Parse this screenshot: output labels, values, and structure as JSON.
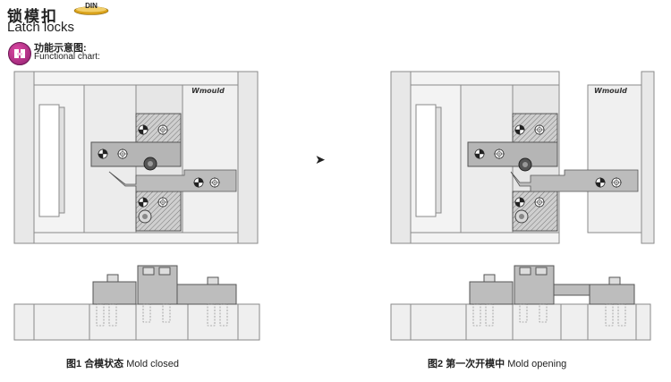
{
  "header": {
    "title_zh": "锁模扣",
    "title_en": "Latch locks",
    "badge": "DIN",
    "section_zh": "功能示意图:",
    "section_en": "Functional chart:"
  },
  "figures": [
    {
      "brand": "Wmould",
      "caption_num": "图1",
      "caption_zh": "合模状态",
      "caption_en": "Mold closed"
    },
    {
      "brand": "Wmould",
      "caption_num": "图2",
      "caption_zh": "第一次开模中",
      "caption_en": "Mold opening"
    }
  ],
  "transition_arrow": "➤",
  "colors": {
    "plate_fill": "#e6e6e6",
    "plate_stroke": "#8a8a8a",
    "latch_fill": "#b5b5b5",
    "latch_dark": "#8c8c8c",
    "badge_gold": "#d9a21b",
    "icon_magenta": "#b2278a"
  }
}
